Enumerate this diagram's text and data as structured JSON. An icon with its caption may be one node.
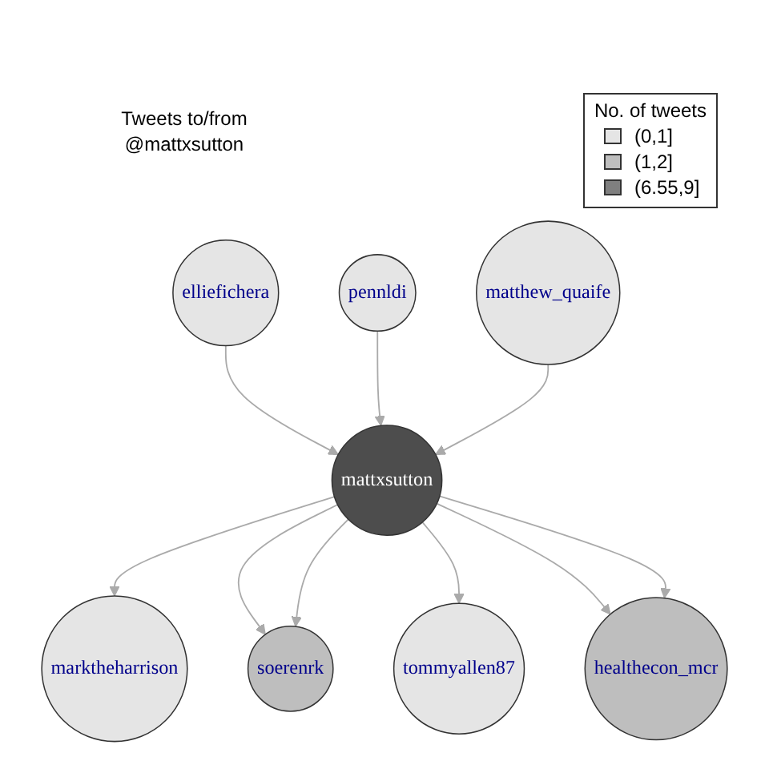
{
  "diagram": {
    "title": "Tweets to/from @mattxsutton",
    "nodes": [
      {
        "text": [
          "elliefichera"
        ]
      },
      {
        "text": [
          "marktheharrison"
        ]
      },
      {
        "text": [
          "soerenrk"
        ]
      },
      {
        "text": [
          "mattxsutton"
        ]
      },
      {
        "text": [
          "tommyallen87"
        ]
      },
      {
        "text": [
          "healthecon_mcr"
        ]
      },
      {
        "text": [
          "pennldi"
        ]
      },
      {
        "text": [
          "matthew_quaife"
        ]
      }
    ],
    "edges": [
      {
        "from": 0,
        "to": 3,
        "arrow": "to"
      },
      {
        "from": 3,
        "to": 1,
        "arrow": "to"
      },
      {
        "from": 3,
        "to": 2,
        "arrow": "to"
      },
      {
        "from": 3,
        "to": 2,
        "arrow": "to"
      },
      {
        "from": 3,
        "to": 4,
        "arrow": "to"
      },
      {
        "from": 3,
        "to": 5,
        "arrow": "to"
      },
      {
        "from": 3,
        "to": 5,
        "arrow": "to"
      },
      {
        "from": 6,
        "to": 3,
        "arrow": "to"
      },
      {
        "from": 7,
        "to": 3,
        "arrow": "to"
      }
    ],
    "labels": [
      "No. of tweets"
    ],
    "legend": [
      {
        "text": "(0,1]",
        "color": "#e5e5e5"
      },
      {
        "text": "(1,2]",
        "color": "#bebebe"
      },
      {
        "text": "(6.55,9]",
        "color": "#7f7f7f"
      }
    ]
  }
}
